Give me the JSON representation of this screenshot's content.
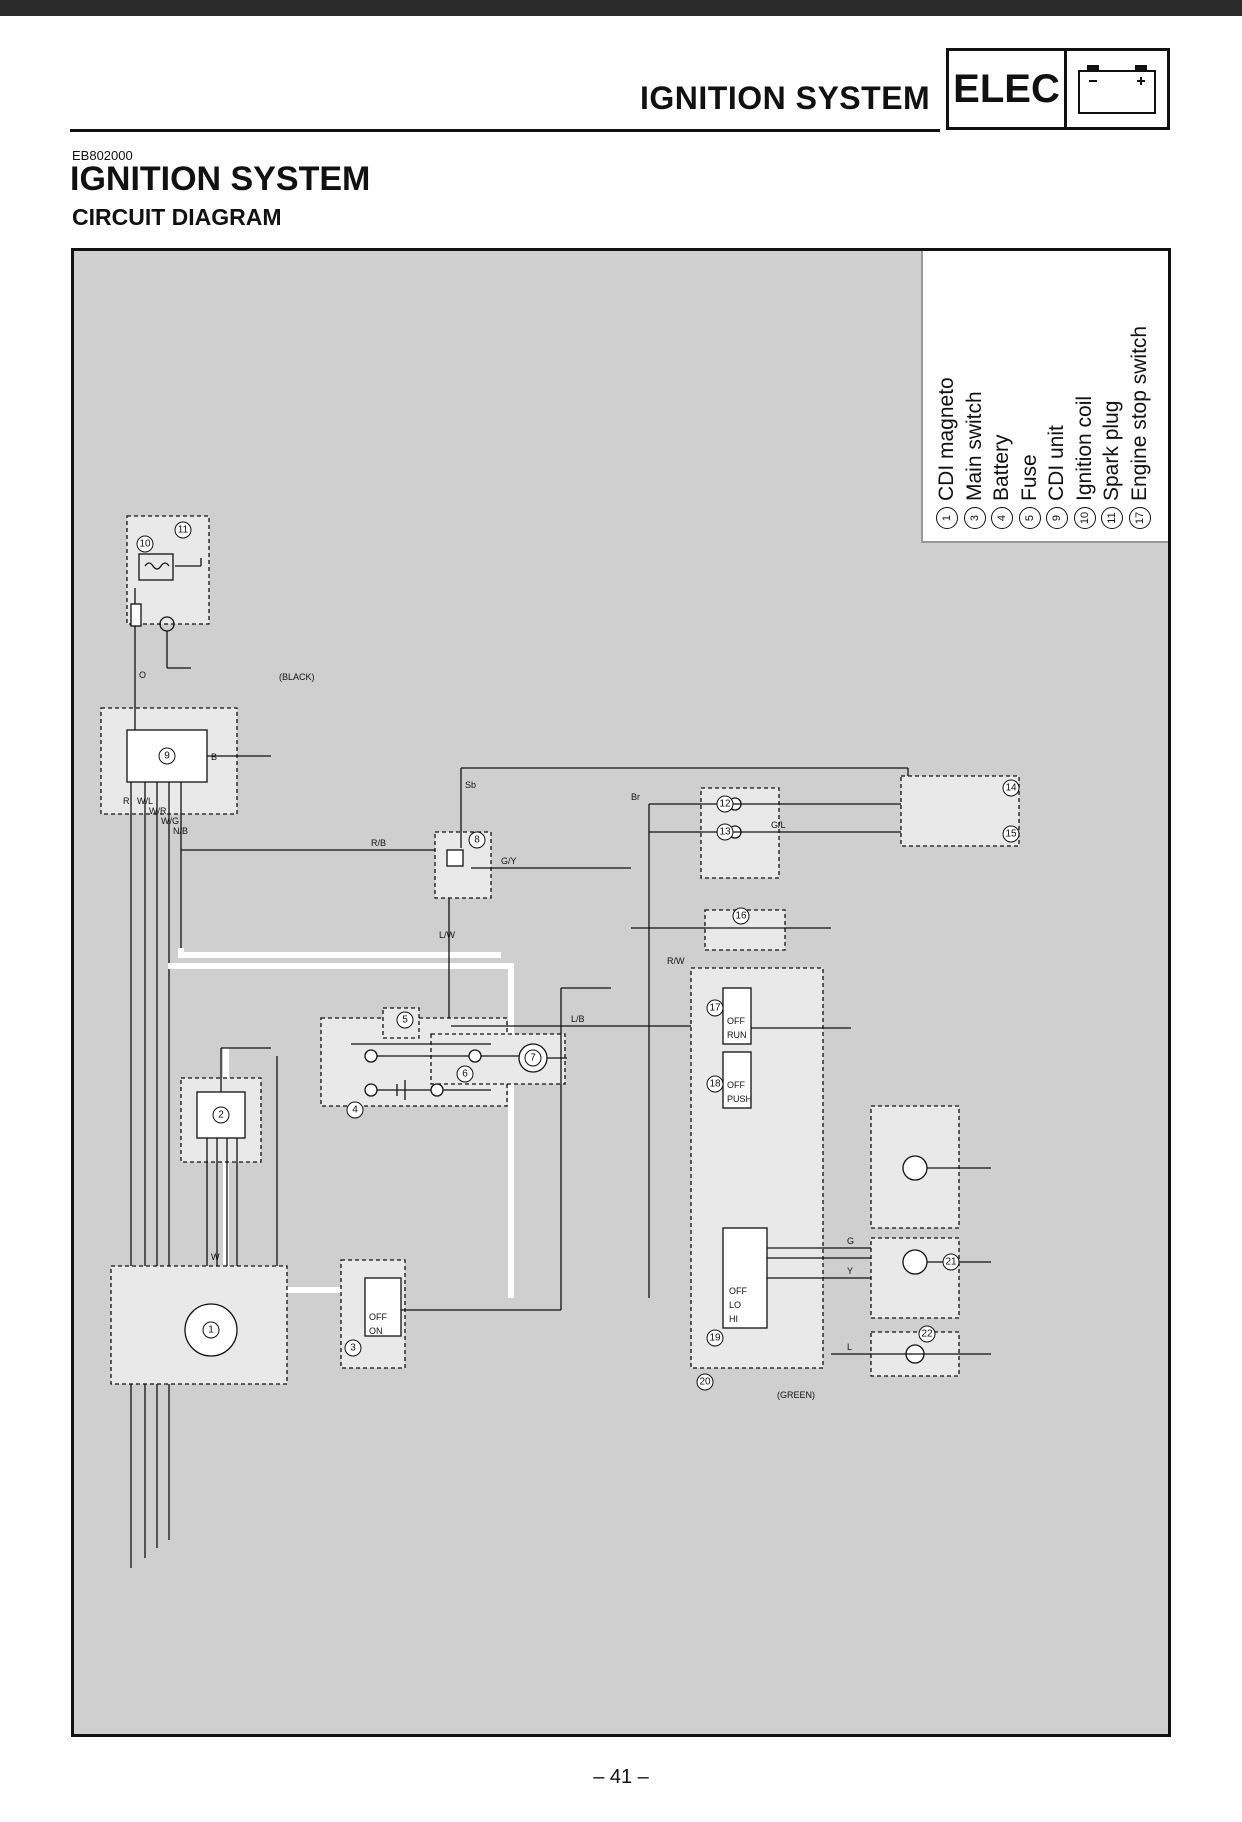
{
  "header": {
    "title": "IGNITION SYSTEM",
    "section_tab": "ELEC",
    "battery_icon": "battery-icon"
  },
  "doc_code": "EB802000",
  "section_title": "IGNITION SYSTEM",
  "subtitle": "CIRCUIT DIAGRAM",
  "legend": [
    {
      "num": "1",
      "label": "CDI magneto"
    },
    {
      "num": "3",
      "label": "Main switch"
    },
    {
      "num": "4",
      "label": "Battery"
    },
    {
      "num": "5",
      "label": "Fuse"
    },
    {
      "num": "9",
      "label": "CDI unit"
    },
    {
      "num": "10",
      "label": "Ignition coil"
    },
    {
      "num": "11",
      "label": "Spark plug"
    },
    {
      "num": "17",
      "label": "Engine stop switch"
    }
  ],
  "diagram": {
    "component_numbers": [
      "1",
      "2",
      "3",
      "4",
      "5",
      "6",
      "7",
      "8",
      "9",
      "10",
      "11",
      "12",
      "13",
      "14",
      "15",
      "16",
      "17",
      "18",
      "19",
      "20",
      "21",
      "22"
    ],
    "wire_codes": [
      "R",
      "W/L",
      "W/R",
      "W/G",
      "N/B",
      "O",
      "B",
      "Sb",
      "R/B",
      "G/Y",
      "L/W",
      "L/B",
      "Br",
      "G/L",
      "R/W",
      "W",
      "G",
      "Y",
      "L"
    ],
    "connector_labels": [
      "(BLACK)",
      "(GREEN)"
    ],
    "switch_positions": {
      "main": [
        "OFF",
        "ON"
      ],
      "stop": [
        "OFF",
        "RUN"
      ],
      "start": [
        "OFF",
        "PUSH"
      ],
      "light": [
        "OFF",
        "LO",
        "HI"
      ]
    }
  },
  "page_number": "– 41 –"
}
